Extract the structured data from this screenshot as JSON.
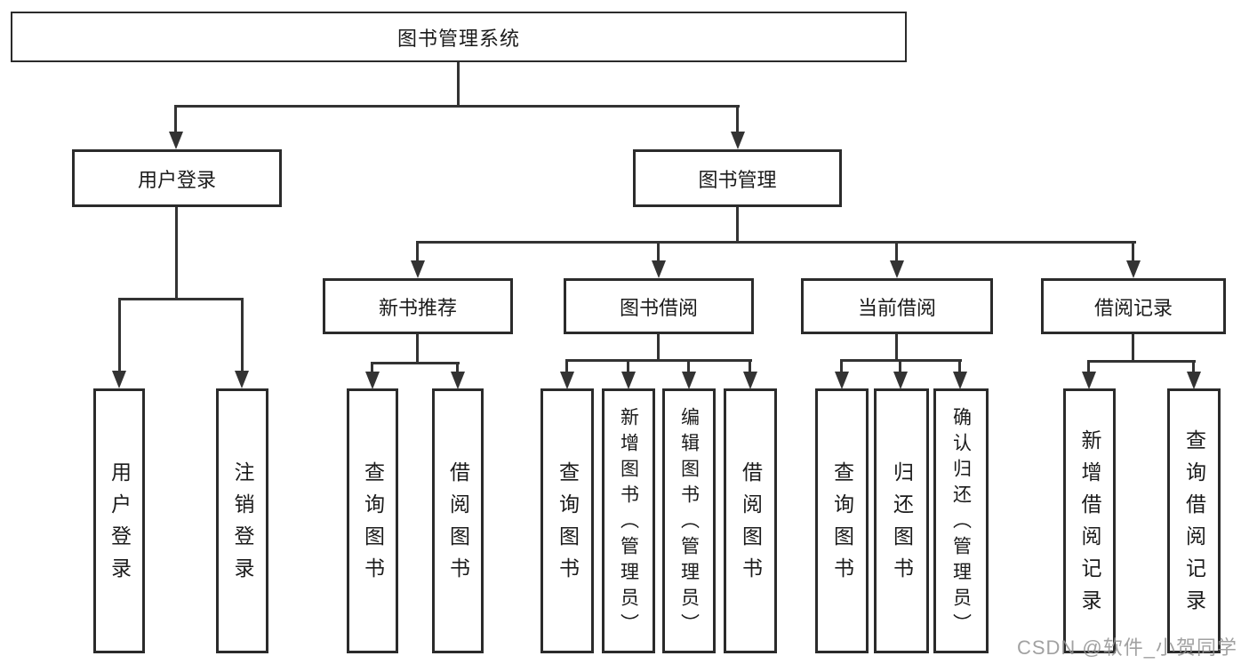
{
  "title": "图书管理系统",
  "watermark": "CSDN @软件_小贺同学",
  "colors": {
    "background": "#ffffff",
    "line": "#333333",
    "box_border": "#2b2b2b",
    "text": "#1b1b1b",
    "watermark": "#919191"
  },
  "tree": {
    "root": {
      "label": "图书管理系统"
    },
    "branches": [
      {
        "label": "用户登录",
        "children": [
          {
            "label": "用户登录"
          },
          {
            "label": "注销登录"
          }
        ]
      },
      {
        "label": "图书管理",
        "children": [
          {
            "label": "新书推荐",
            "children": [
              {
                "label": "查询图书"
              },
              {
                "label": "借阅图书"
              }
            ]
          },
          {
            "label": "图书借阅",
            "children": [
              {
                "label": "查询图书"
              },
              {
                "label": "新增图书（管理员）"
              },
              {
                "label": "编辑图书（管理员）"
              },
              {
                "label": "借阅图书"
              }
            ]
          },
          {
            "label": "当前借阅",
            "children": [
              {
                "label": "查询图书"
              },
              {
                "label": "归还图书"
              },
              {
                "label": "确认归还（管理员）"
              }
            ]
          },
          {
            "label": "借阅记录",
            "children": [
              {
                "label": "新增借阅记录"
              },
              {
                "label": "查询借阅记录"
              }
            ]
          }
        ]
      }
    ]
  }
}
